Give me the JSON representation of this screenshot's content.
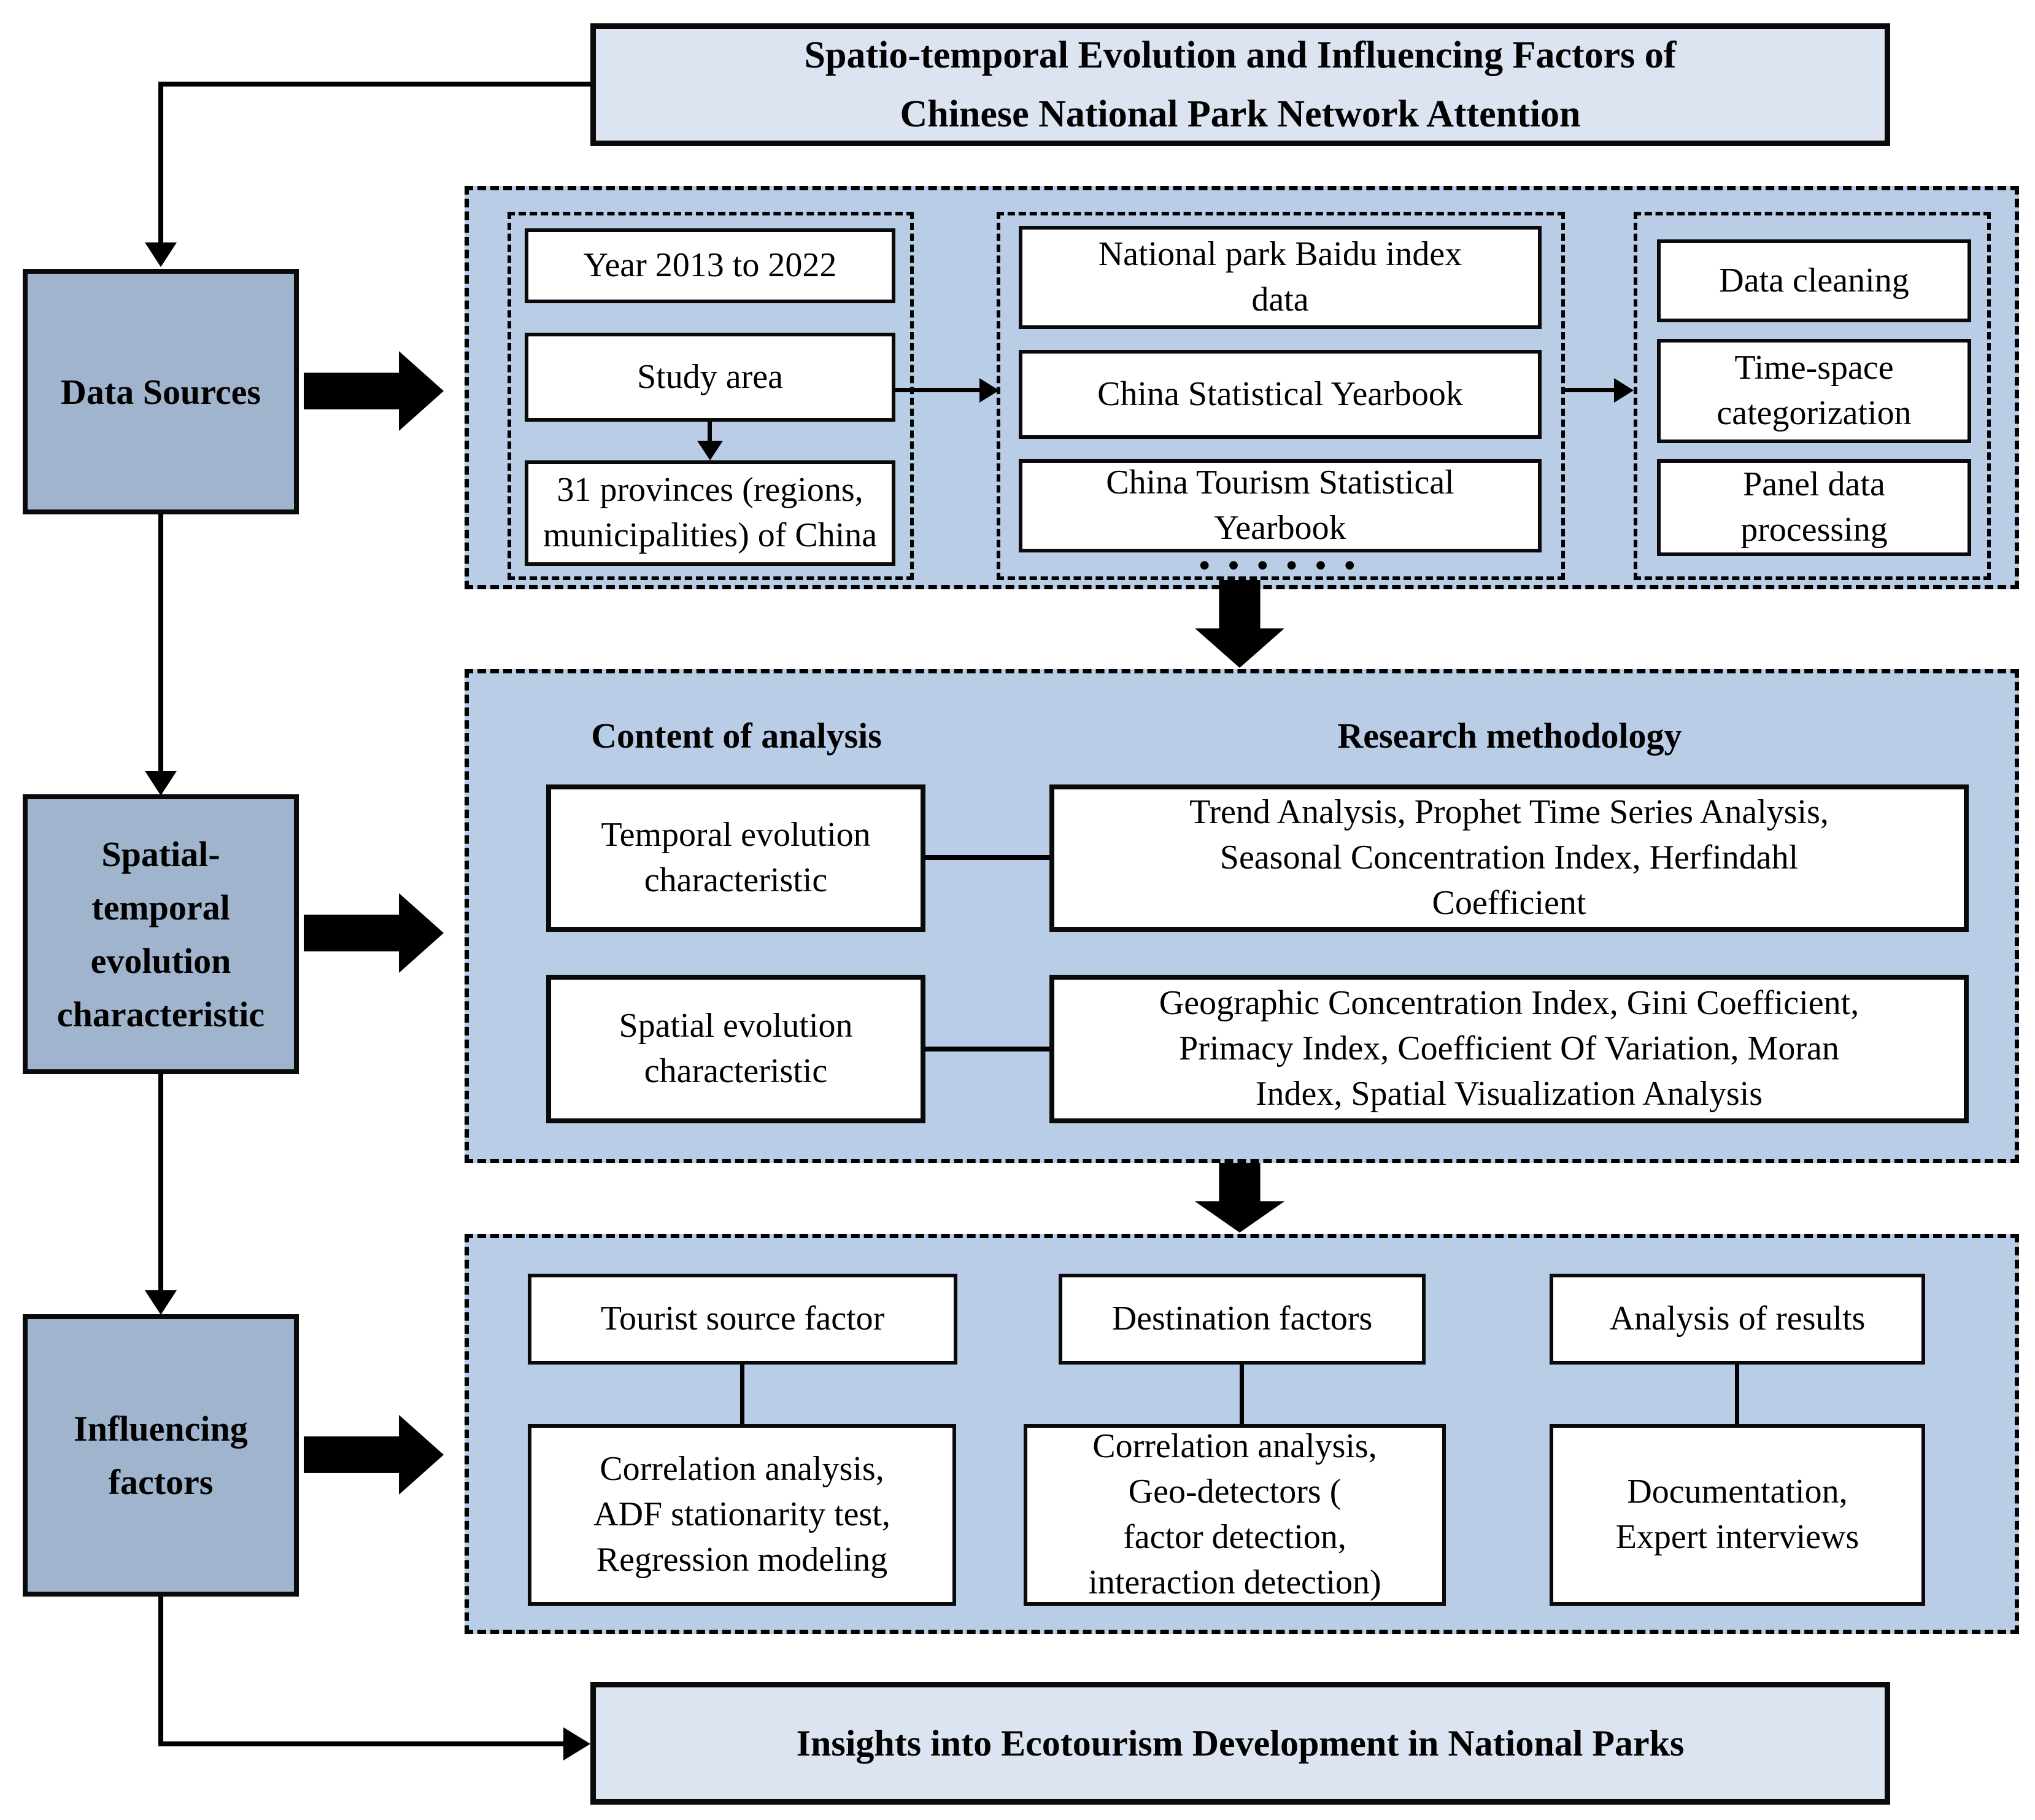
{
  "colors": {
    "container_fill": "#b9cde6",
    "sidebar_label_fill": "#a0b5cd",
    "banner_fill": "#dce4f2",
    "box_fill": "#ffffff",
    "line_color": "#000000"
  },
  "banner": {
    "title": "Spatio-temporal Evolution and Influencing Factors of\nChinese National Park Network Attention"
  },
  "sidebar": {
    "data_sources_label": "Data Sources",
    "evolution_label": "Spatial-\ntemporal\nevolution\ncharacteristic",
    "influencing_label": "Influencing\nfactors"
  },
  "data_sources": {
    "scope": {
      "year_range": "Year 2013 to 2022",
      "study_area": "Study area",
      "study_area_detail": "31 provinces (regions,\nmunicipalities) of China"
    },
    "sources": {
      "baidu_index": "National park Baidu index\ndata",
      "stat_yearbook": "China Statistical Yearbook",
      "tourism_yearbook": "China Tourism Statistical\nYearbook",
      "more_indicator": "● ● ● ● ● ●"
    },
    "processing": {
      "cleaning": "Data cleaning",
      "categorization": "Time-space\ncategorization",
      "panel": "Panel data\nprocessing"
    }
  },
  "evolution": {
    "content_heading": "Content of analysis",
    "method_heading": "Research methodology",
    "rows": [
      {
        "content": "Temporal evolution\ncharacteristic",
        "methods": "Trend Analysis, Prophet Time Series Analysis,\nSeasonal Concentration Index, Herfindahl\nCoefficient"
      },
      {
        "content": "Spatial evolution\ncharacteristic",
        "methods": "Geographic Concentration Index, Gini Coefficient,\nPrimacy Index, Coefficient Of Variation, Moran\nIndex, Spatial Visualization Analysis"
      }
    ]
  },
  "influencing": {
    "columns": [
      {
        "factor": "Tourist source factor",
        "methods": "Correlation analysis,\nADF stationarity test,\nRegression modeling"
      },
      {
        "factor": "Destination factors",
        "methods": "Correlation analysis,\nGeo-detectors (\nfactor detection,\ninteraction detection)"
      },
      {
        "factor": "Analysis of results",
        "methods": "Documentation,\nExpert interviews"
      }
    ]
  },
  "footer": {
    "insight": "Insights into Ecotourism Development in National Parks"
  }
}
